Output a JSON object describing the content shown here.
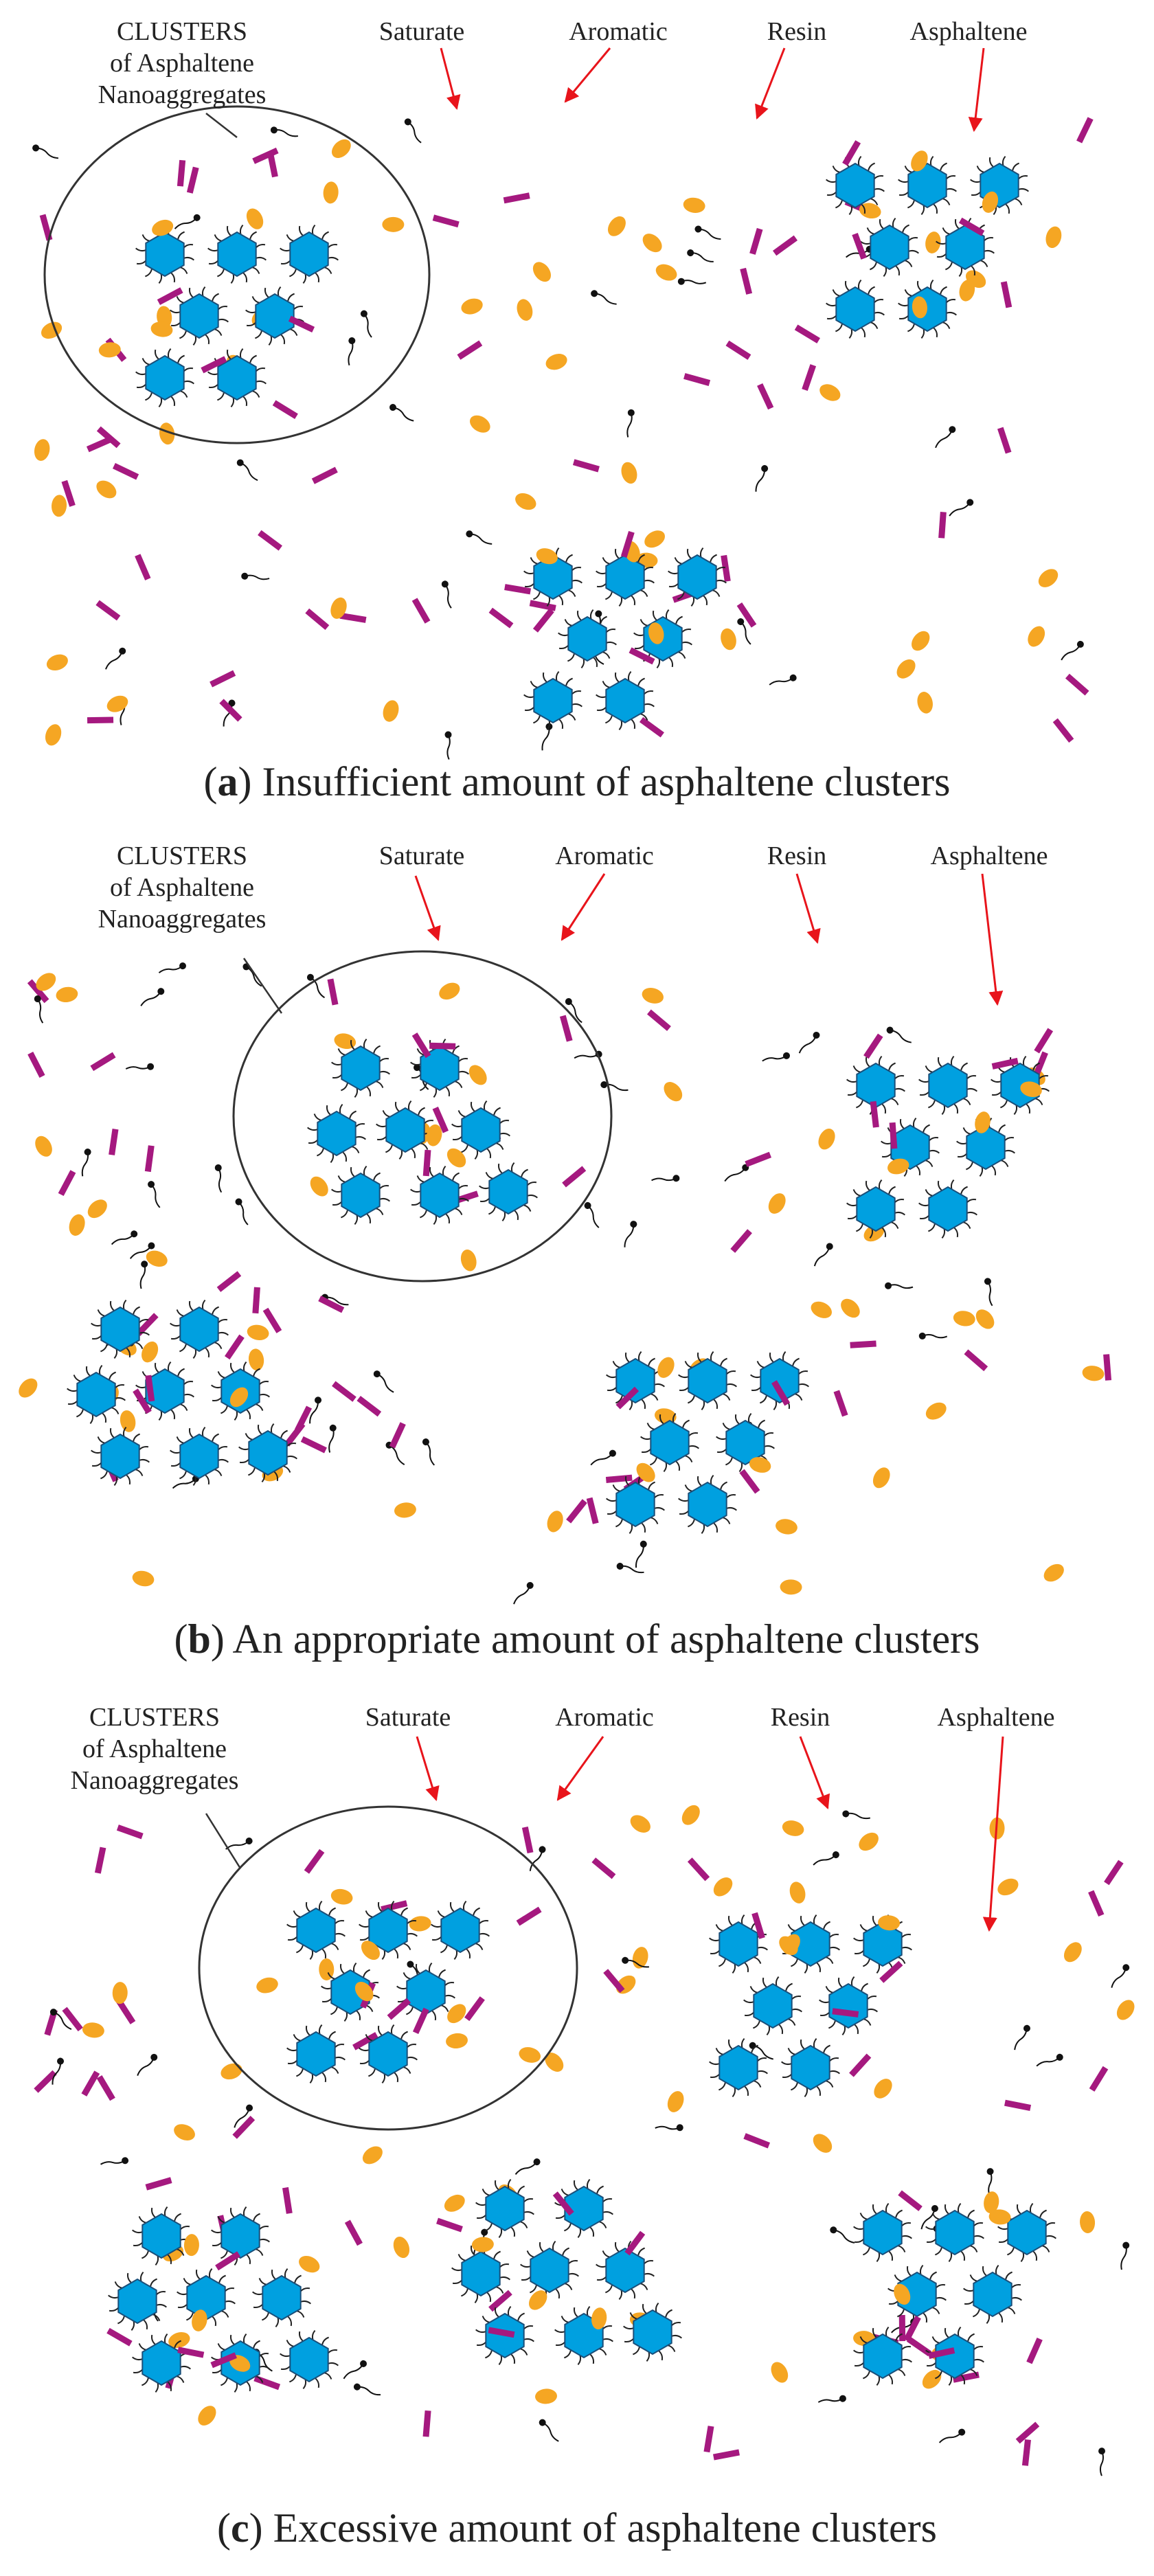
{
  "colors": {
    "asphaltene": "#00A0E0",
    "aromatic": "#F5A623",
    "resin": "#111111",
    "saturate": "#A5197F",
    "arrow": "#E8141B",
    "outline": "#333333"
  },
  "labels": {
    "clusters_line1": "CLUSTERS",
    "clusters_line2": "of Asphaltene",
    "clusters_line3": "Nanoaggregates",
    "saturate": "Saturate",
    "aromatic": "Aromatic",
    "resin": "Resin",
    "asphaltene": "Asphaltene"
  },
  "panels": [
    {
      "letter": "a",
      "caption_open": "(",
      "caption_close": ") Insufficient amount of asphaltene clusters",
      "cluster_count": 2
    },
    {
      "letter": "b",
      "caption_open": "(",
      "caption_close": ") An appropriate amount of asphaltene clusters",
      "cluster_count": 3
    },
    {
      "letter": "c",
      "caption_open": "(",
      "caption_close": ") Excessive amount of asphaltene clusters",
      "cluster_count": 4
    }
  ]
}
